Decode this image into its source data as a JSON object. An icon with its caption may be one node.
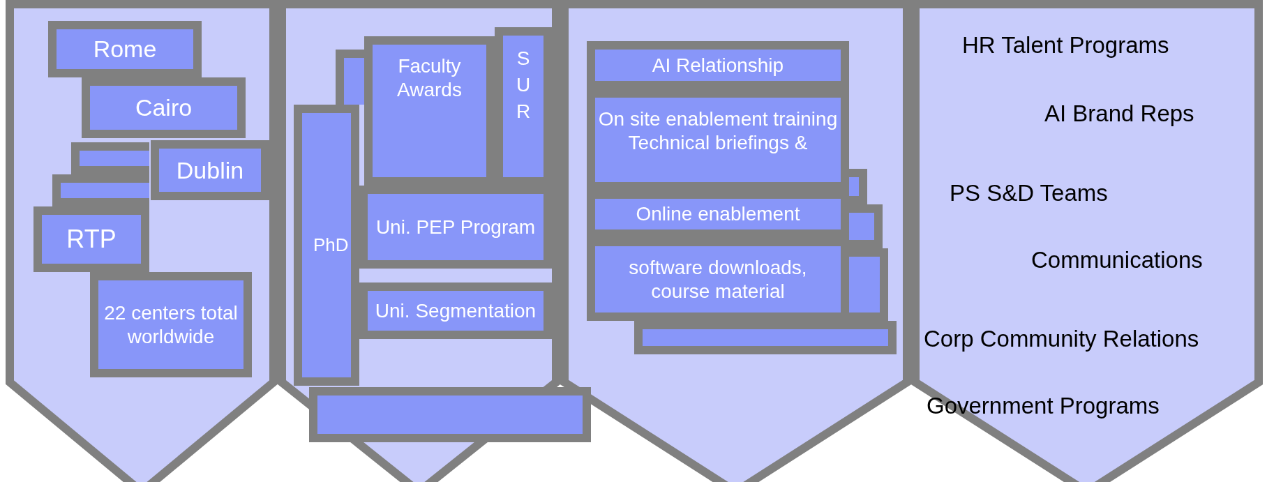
{
  "diagram": {
    "nodes": [
      {
        "text": [],
        "shape": "chevron"
      },
      {
        "text": [
          "Rome"
        ],
        "in": 0
      },
      {
        "text": [
          "Cairo"
        ],
        "in": 0
      },
      {
        "text": [],
        "shape": "box",
        "in": 0
      },
      {
        "text": [],
        "shape": "box",
        "in": 0
      },
      {
        "text": [
          "Dublin"
        ],
        "in": 0
      },
      {
        "text": [
          "RTP"
        ],
        "in": 0
      },
      {
        "text": [
          "22 centers total worldwide"
        ],
        "in": 0
      },
      {
        "text": [],
        "shape": "chevron"
      },
      {
        "text": [],
        "shape": "box",
        "in": 8
      },
      {
        "text": [
          "PhD"
        ],
        "in": 8
      },
      {
        "text": [
          "Faculty Awards"
        ],
        "in": 8
      },
      {
        "text": [
          "SUR"
        ],
        "in": 8
      },
      {
        "text": [
          "Uni. PEP Program"
        ],
        "in": 8
      },
      {
        "text": [
          "Uni. Segmentation"
        ],
        "in": 8
      },
      {
        "text": [],
        "shape": "box"
      },
      {
        "text": [],
        "shape": "chevron"
      },
      {
        "text": [
          "AI Relationship"
        ],
        "in": 16
      },
      {
        "text": [
          "On site enablement training",
          "Technical briefings &"
        ],
        "in": 16
      },
      {
        "text": [
          "Online enablement"
        ],
        "in": 16
      },
      {
        "text": [
          "software downloads, course material"
        ],
        "in": 16
      },
      {
        "text": [],
        "shape": "box",
        "in": 16
      },
      {
        "text": [],
        "shape": "box",
        "in": 16
      },
      {
        "text": [],
        "shape": "box",
        "in": 16
      },
      {
        "text": [],
        "shape": "box",
        "in": 16
      },
      {
        "text": [
          "HR Talent Programs",
          "AI Brand Reps",
          "PS S&D Teams",
          "Communications",
          "Corp Community Relations",
          "Government Programs"
        ]
      }
    ]
  }
}
